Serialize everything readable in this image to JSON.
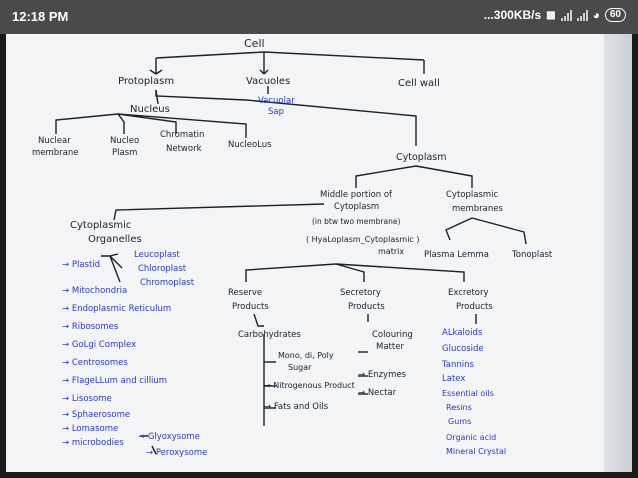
{
  "status_bar": {
    "time": "12:18 PM",
    "speed": "...300KB/s",
    "battery": "60"
  },
  "diagram": {
    "cell": "Cell",
    "protoplasm": "Protoplasm",
    "vacuoles": "Vacuoles",
    "vacuolar_sap": [
      "Vacuolar",
      "Sap"
    ],
    "cell_wall": "Cell wall",
    "nucleus": "Nucleus",
    "nuclear_membrane": [
      "Nuclear",
      "membrane"
    ],
    "nucleoplasm": [
      "Nucleo",
      "Plasm"
    ],
    "chromatin_network": [
      "Chromatin",
      "Network"
    ],
    "nucleolus": "NucleoLus",
    "cytoplasm": "Cytoplasm",
    "middle_portion": [
      "Middle portion of",
      "Cytoplasm",
      "(in btw two membrane)"
    ],
    "hyaloplasm": "( HyaLoplasm_Cytoplasmic )",
    "matrix": "matrix",
    "cytoplasmic_membranes": [
      "Cytoplasmic",
      "membranes"
    ],
    "plasma_lemma": "Plasma Lemma",
    "tonoplast": "Tonoplast",
    "organelles_title": [
      "Cytoplasmic",
      "Organelles"
    ],
    "plastid": "Plastid",
    "plastid_types": [
      "Leucoplast",
      "Chloroplast",
      "Chromoplast"
    ],
    "organelles": [
      "Mitochondria",
      "Endoplasmic Reticulum",
      "Ribosomes",
      "GoLgi Complex",
      "Centrosomes",
      "FlageLLum and cillium",
      "Lisosome",
      "Sphaerosome",
      "Lomasome",
      "microbodies"
    ],
    "microbodies_types": [
      "Glyoxysome",
      "Peroxysome"
    ],
    "reserve_title": [
      "Reserve",
      "Products"
    ],
    "carbohydrates": "Carbohydrates",
    "sugars": [
      "Mono, di, Poly",
      "Sugar"
    ],
    "nitrogenous": "Nitrogenous Product",
    "fats": "Fats and Oils",
    "secretory_title": [
      "Secretory",
      "Products"
    ],
    "colouring": [
      "Colouring",
      "Matter"
    ],
    "enzymes": "Enzymes",
    "nectar": "Nectar",
    "excretory_title": [
      "Excretory",
      "Products"
    ],
    "excretory_items": [
      "ALkaloids",
      "Glucoside",
      "Tannins",
      "Latex",
      "Essential oils",
      "Resins",
      "Gums",
      "Organic acid",
      "Mineral Crystal"
    ]
  }
}
